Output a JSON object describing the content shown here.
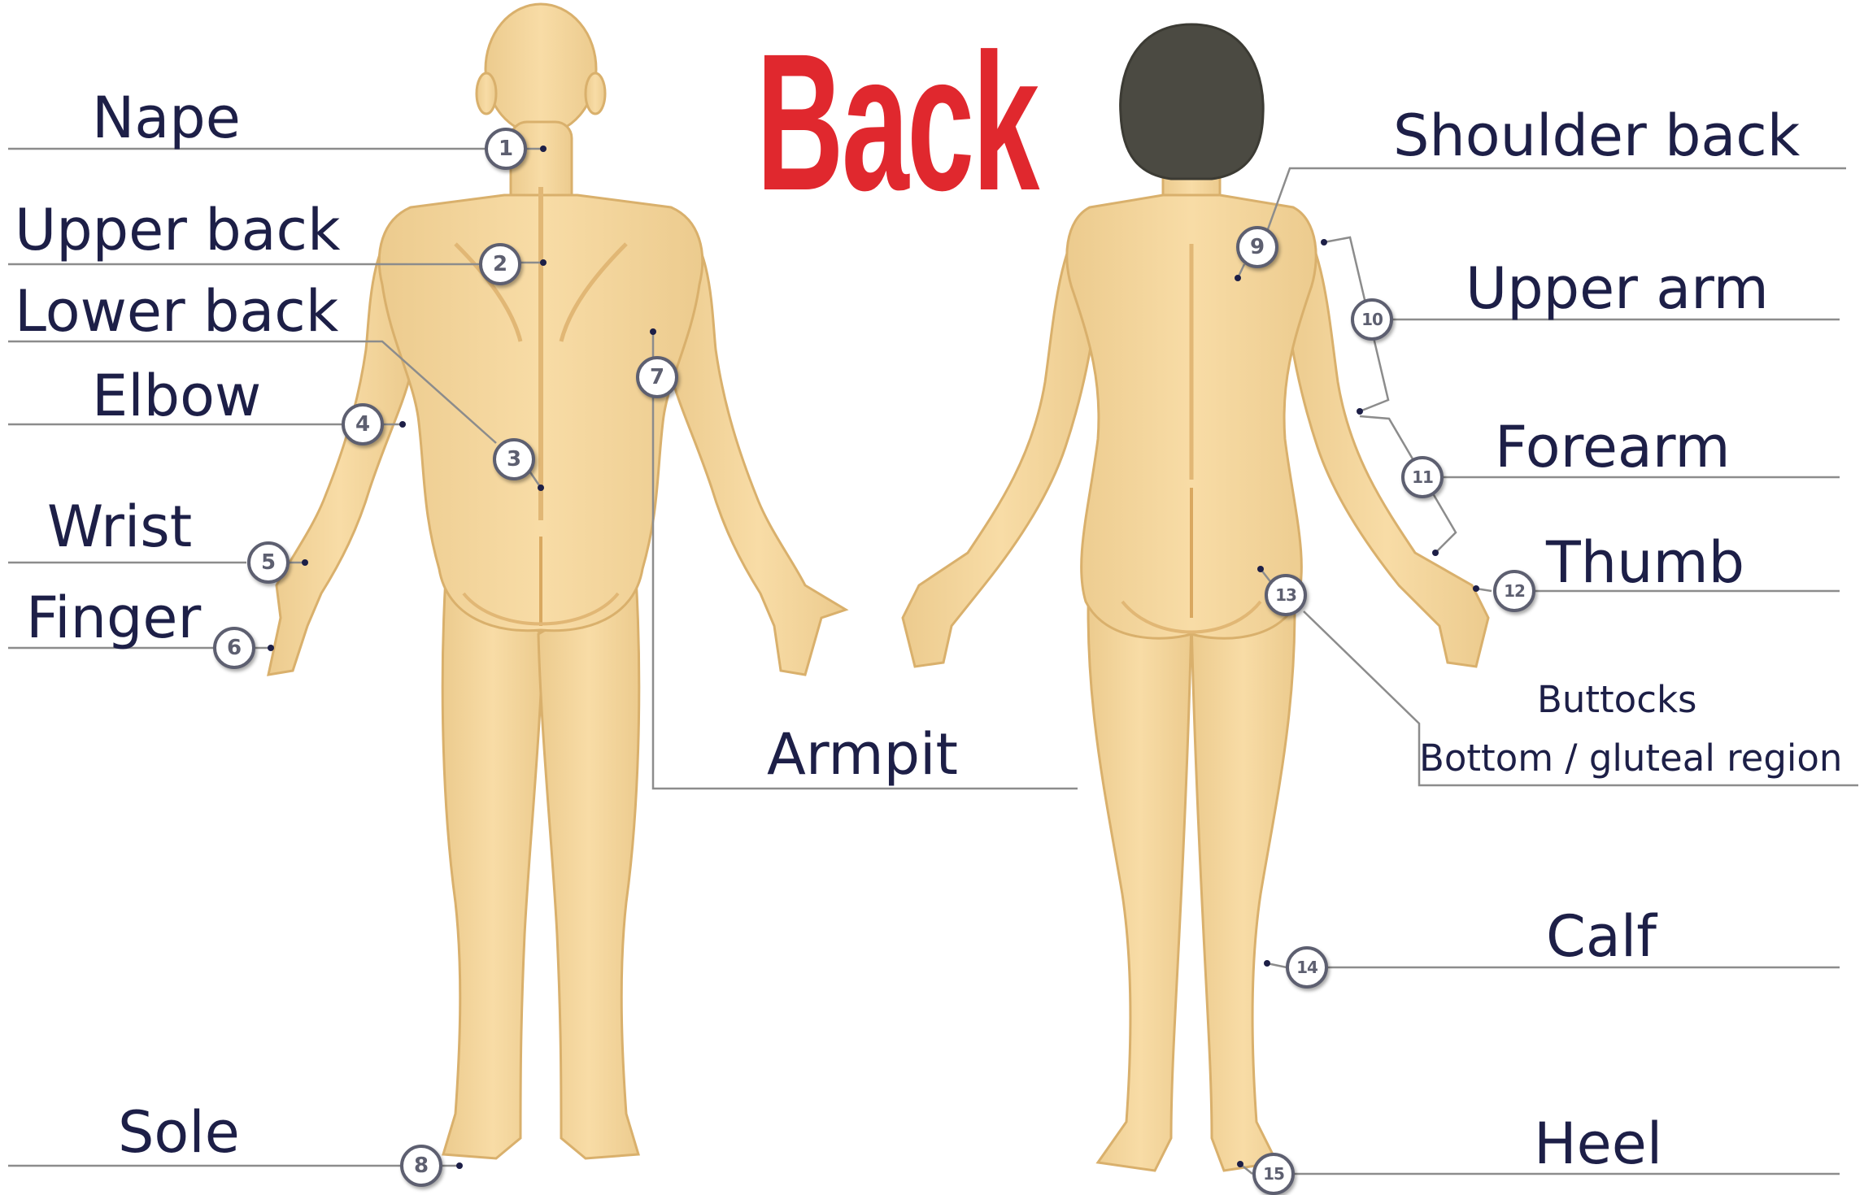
{
  "title": "Back",
  "colors": {
    "title": "#e0282e",
    "label_text": "#1d1f47",
    "skin": "#f4d49a",
    "skin_shadow": "#e3bb78",
    "hair": "#4b4a42",
    "leader_line": "#8c8c8c"
  },
  "figures": [
    "male-back-view",
    "female-back-view"
  ],
  "labels": {
    "nape": "Nape",
    "upper_back": "Upper back",
    "lower_back": "Lower back",
    "elbow": "Elbow",
    "wrist": "Wrist",
    "finger": "Finger",
    "sole": "Sole",
    "armpit": "Armpit",
    "shoulder_back": "Shoulder back",
    "upper_arm": "Upper arm",
    "forearm": "Forearm",
    "thumb": "Thumb",
    "buttocks": "Buttocks",
    "bottom": "Bottom / gluteal region",
    "calf": "Calf",
    "heel": "Heel"
  },
  "markers": {
    "m1": "1",
    "m2": "2",
    "m3": "3",
    "m4": "4",
    "m5": "5",
    "m6": "6",
    "m7": "7",
    "m8": "8",
    "m9": "9",
    "m10": "10",
    "m11": "11",
    "m12": "12",
    "m13": "13",
    "m14": "14",
    "m15": "15"
  }
}
